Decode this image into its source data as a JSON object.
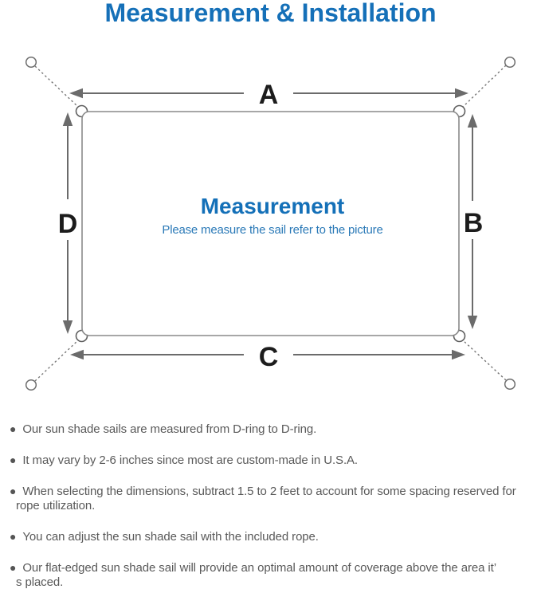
{
  "page": {
    "title": "Measurement & Installation"
  },
  "diagram": {
    "labels": {
      "top": "A",
      "right": "B",
      "bottom": "C",
      "left": "D"
    },
    "center": {
      "heading": "Measurement",
      "subheading": "Please measure the sail refer to the picture"
    }
  },
  "notes": {
    "bullet": "●",
    "items": [
      "Our sun shade sails are measured from D-ring to D-ring.",
      "It may vary by 2-6 inches since most are custom-made in U.S.A.",
      "When selecting the dimensions, subtract 1.5 to 2 feet to account for some spacing reserved for rope utilization.",
      "You can adjust the sun shade sail with the included rope.",
      "Our flat-edged sun shade sail will provide an optimal amount of coverage above the area it’ s placed."
    ]
  },
  "colors": {
    "accent_blue": "#1570b8",
    "subtitle_blue": "#2a79b7",
    "line_gray": "#6b6b6b",
    "text_gray": "#595959"
  }
}
